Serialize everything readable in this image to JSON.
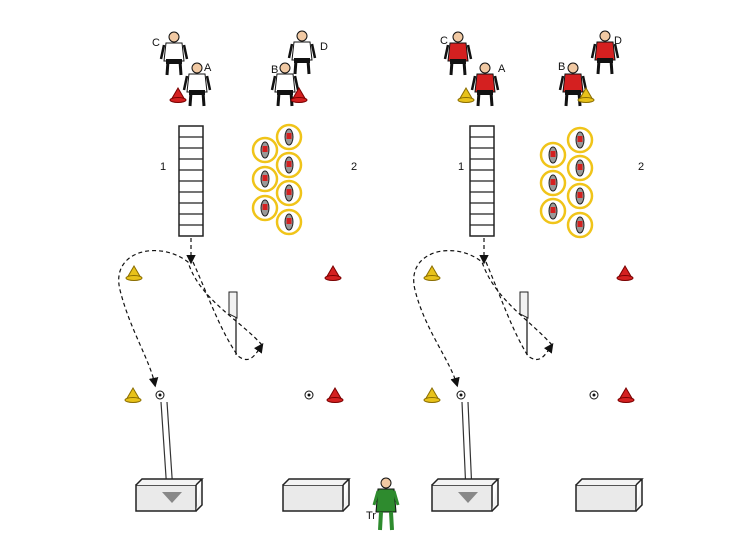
{
  "labels": {
    "left_c": "C",
    "left_a": "A",
    "left_b": "B",
    "left_d": "D",
    "left_station_1": "1",
    "left_station_2": "2",
    "right_c": "C",
    "right_a": "A",
    "right_b": "B",
    "right_d": "D",
    "right_station_1": "1",
    "right_station_2": "2",
    "trainer": "Tr"
  },
  "colors": {
    "team_left_shirt": "#ffffff",
    "team_right_shirt": "#d42020",
    "trainer": "#2e8b2e",
    "cone_yellow": "#e8c21a",
    "cone_red": "#d42020",
    "hurdle_ring": "#f0c419",
    "ladder": "#222222",
    "goal": "#e6e6e6"
  },
  "icons": [
    "player-icon",
    "cone-icon",
    "ball-icon",
    "flag-pole-icon",
    "agility-ladder-icon",
    "hurdle-ring-icon",
    "goal-icon",
    "arrow-icon"
  ]
}
